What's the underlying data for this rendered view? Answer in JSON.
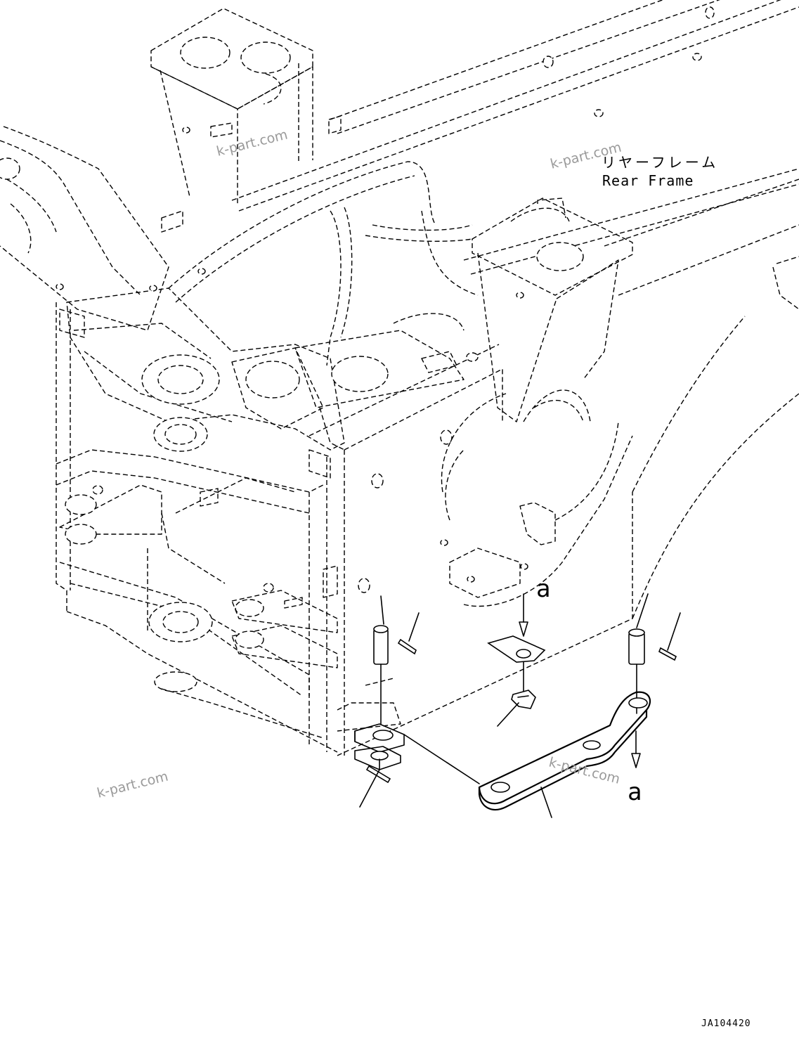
{
  "labels": {
    "rear_frame_jp": "リヤーフレーム",
    "rear_frame_en": "Rear Frame",
    "view_a_top": "a",
    "view_a_bottom": "a",
    "drawing_code": "JA104420"
  },
  "watermarks": [
    "k-part.com",
    "k-part.com",
    "k-part.com",
    "k-part.com"
  ]
}
